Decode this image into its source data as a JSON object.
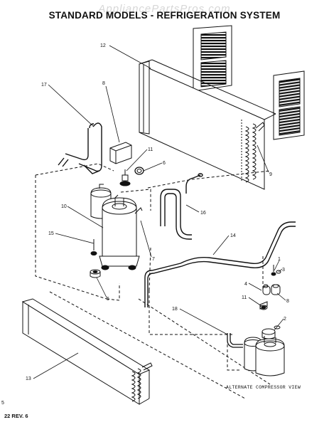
{
  "header": {
    "watermark": "AppliancePartsPros.com",
    "title": "STANDARD MODELS - REFRIGERATION SYSTEM"
  },
  "callouts": [
    "12",
    "17",
    "8",
    "11",
    "6",
    "9",
    "10",
    "16",
    "14",
    "15",
    "7",
    "5",
    "1",
    "3",
    "4",
    "11",
    "8",
    "18",
    "2",
    "13"
  ],
  "caption": "ALTERNATE COMPRESSOR VIEW",
  "footer": {
    "revision": "22 REV. 6",
    "corner_mark": "5"
  }
}
